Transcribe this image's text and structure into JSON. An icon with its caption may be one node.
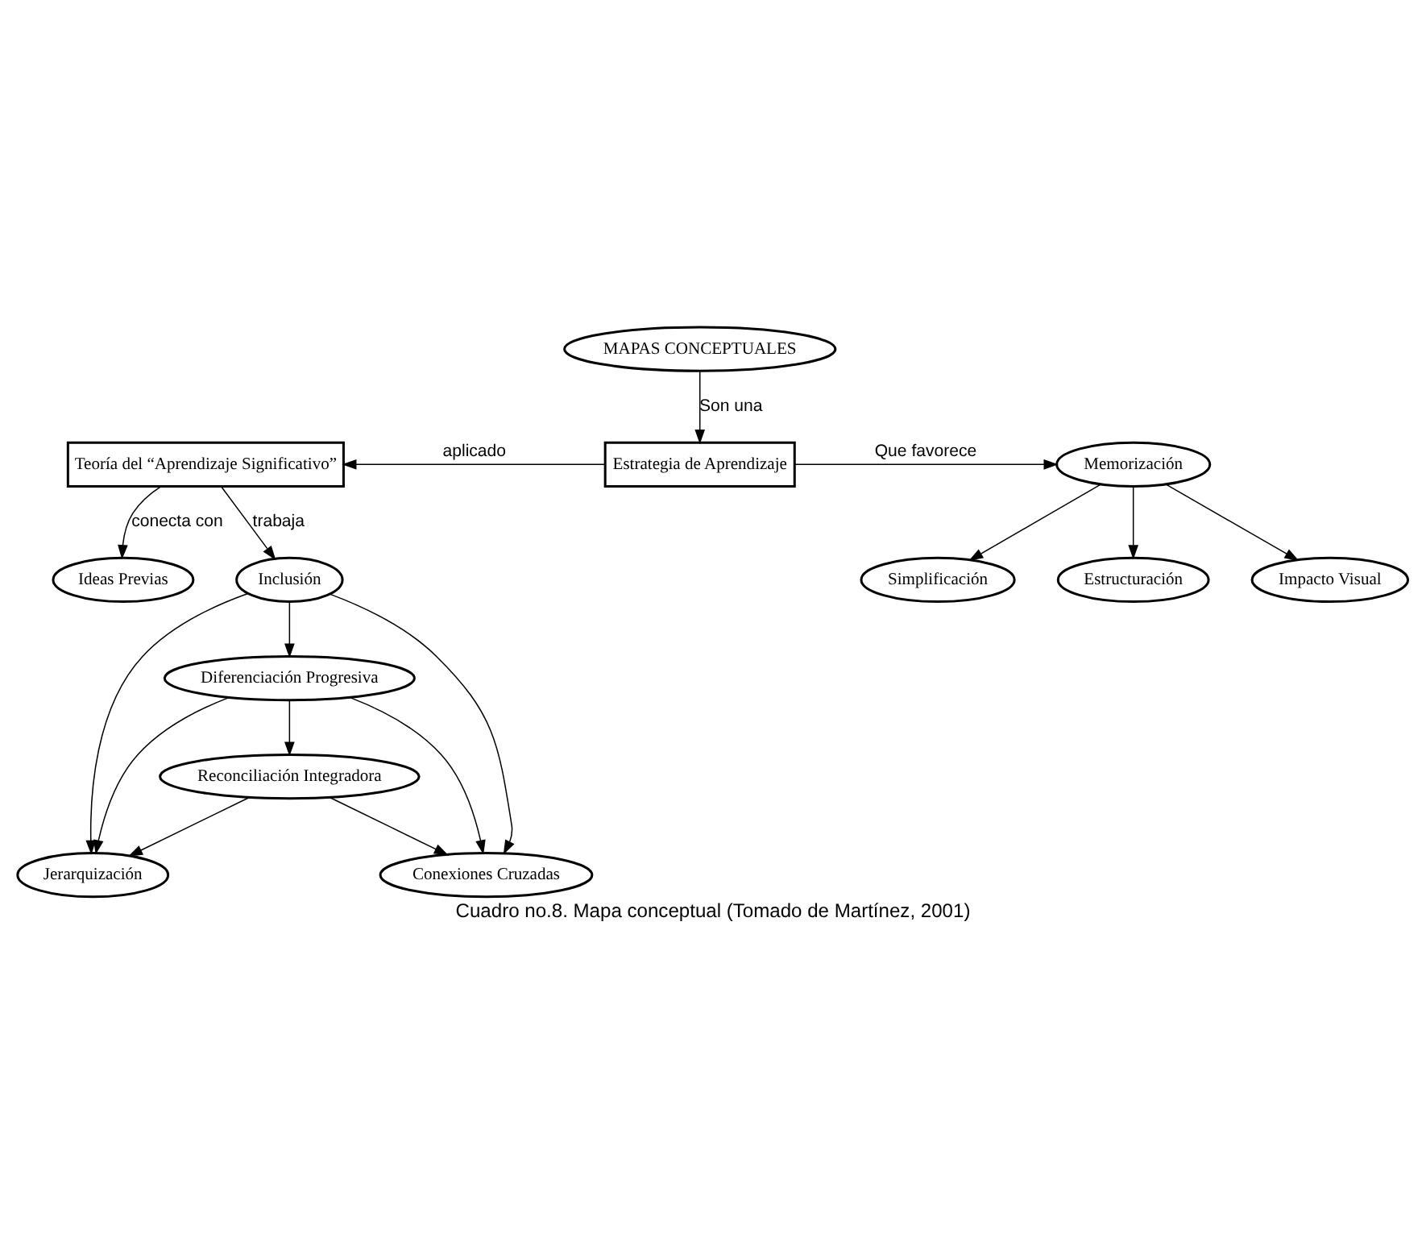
{
  "diagram": {
    "caption": "Cuadro no.8. Mapa conceptual (Tomado de Martínez, 2001)",
    "nodes": [
      {
        "text": [
          "MAPAS CONCEPTUALES"
        ]
      },
      {
        "text": [
          "Teoría del “Aprendizaje Significativo”"
        ]
      },
      {
        "text": [
          "Estrategia de Aprendizaje"
        ]
      },
      {
        "text": [
          "Memorización"
        ]
      },
      {
        "text": [
          "Estructuración"
        ]
      },
      {
        "text": [
          "Impacto Visual"
        ]
      },
      {
        "text": [
          "Ideas Previas"
        ]
      },
      {
        "text": [
          "Simplificación"
        ]
      },
      {
        "text": [
          "Inclusión"
        ]
      },
      {
        "text": [
          "Diferenciación Progresiva"
        ]
      },
      {
        "text": [
          "Reconciliación Integradora"
        ]
      },
      {
        "text": [
          "Jerarquización"
        ]
      },
      {
        "text": [
          "Conexiones Cruzadas"
        ]
      }
    ],
    "edges": [
      {
        "from": 0,
        "to": 2,
        "arrow": "to",
        "label": "Son una"
      },
      {
        "from": 2,
        "to": 1,
        "arrow": "to",
        "label": "aplicado"
      },
      {
        "from": 2,
        "to": 3,
        "arrow": "to",
        "label": "Que favorece"
      },
      {
        "from": 3,
        "to": 4,
        "arrow": "to"
      },
      {
        "from": 3,
        "to": 5,
        "arrow": "to"
      },
      {
        "from": 3,
        "to": 7,
        "arrow": "to"
      },
      {
        "from": 1,
        "to": 6,
        "arrow": "to",
        "label": "conecta con"
      },
      {
        "from": 1,
        "to": 8,
        "arrow": "to",
        "label": "trabaja"
      },
      {
        "from": 8,
        "to": 9,
        "arrow": "to"
      },
      {
        "from": 9,
        "to": 10,
        "arrow": "to"
      },
      {
        "from": 8,
        "to": 11,
        "arrow": "to"
      },
      {
        "from": 8,
        "to": 12,
        "arrow": "to"
      },
      {
        "from": 9,
        "to": 11,
        "arrow": "to"
      },
      {
        "from": 9,
        "to": 12,
        "arrow": "to"
      },
      {
        "from": 10,
        "to": 11,
        "arrow": "to"
      },
      {
        "from": 10,
        "to": 12,
        "arrow": "to"
      }
    ]
  }
}
